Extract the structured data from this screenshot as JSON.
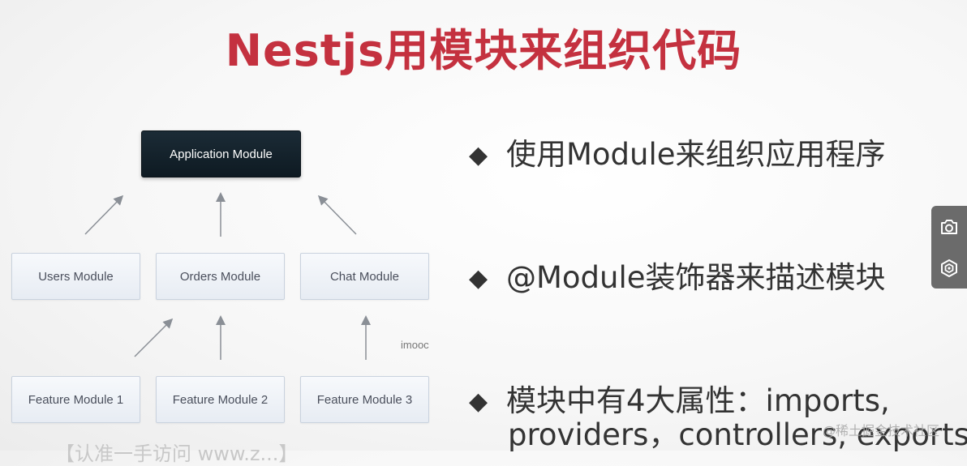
{
  "slide": {
    "title": "Nestjs用模块来组织代码"
  },
  "diagram": {
    "app_module": "Application Module",
    "modules": [
      "Users Module",
      "Orders Module",
      "Chat Module"
    ],
    "features": [
      "Feature Module 1",
      "Feature Module 2",
      "Feature Module 3"
    ],
    "watermark": "imooc",
    "bottom_cut_text": "【认准一手访问 www.z...】"
  },
  "bullets": {
    "marker": "◆",
    "items": [
      "使用Module来组织应用程序",
      "@Module装饰器来描述模块",
      "模块中有4大属性：imports,"
    ],
    "continuation": "providers，controllers, exports"
  },
  "overlay": {
    "site_watermark": "@稀土掘金技术社区"
  },
  "side_panel": {
    "icons": [
      "camera-icon",
      "hexagon-logo-icon"
    ]
  }
}
